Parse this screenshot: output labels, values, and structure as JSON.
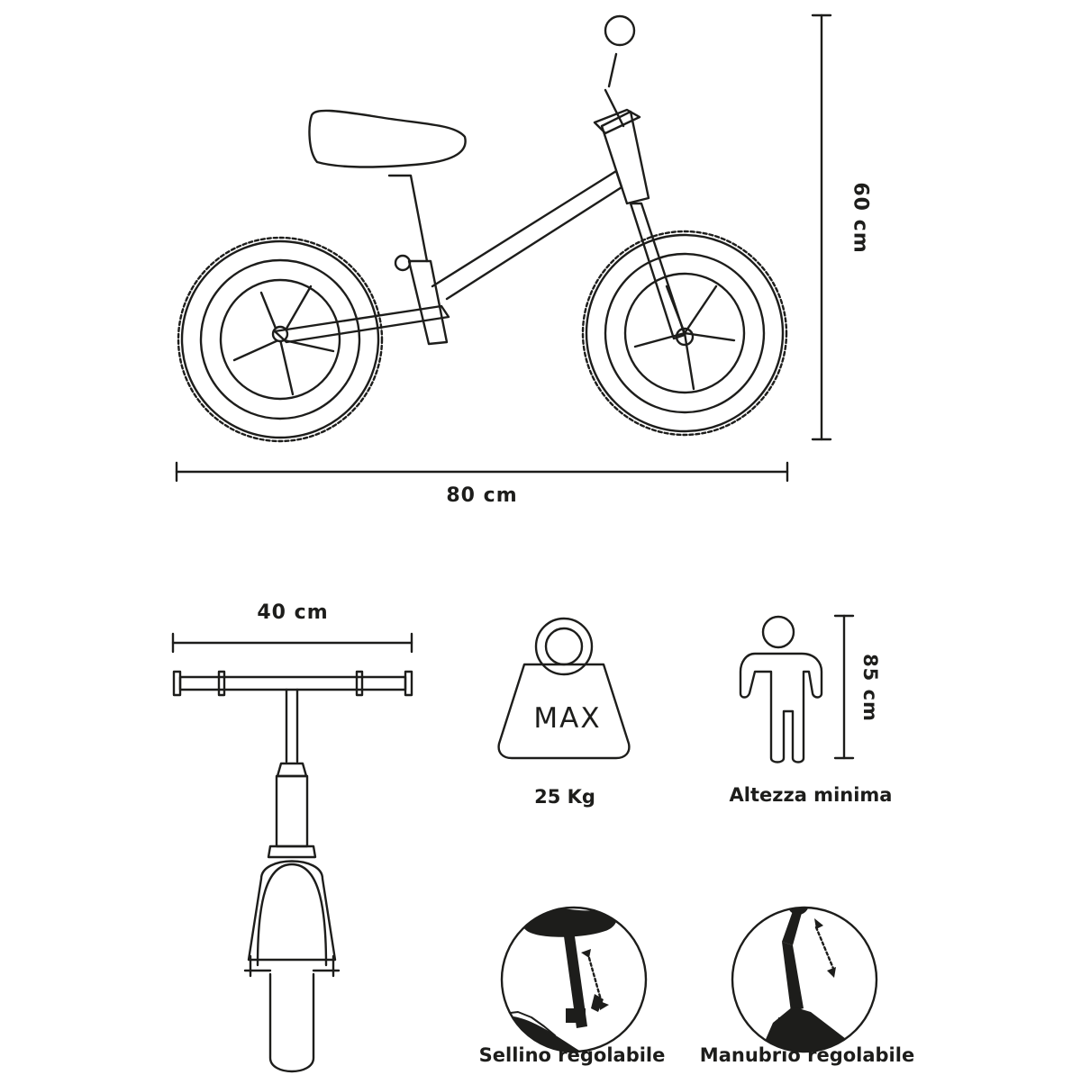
{
  "dimensions": {
    "length": "80 cm",
    "height": "60 cm",
    "handlebar_width": "40 cm",
    "rider_height": "85 cm"
  },
  "weight_icon": {
    "label": "MAX",
    "caption": "25 Kg"
  },
  "rider_icon": {
    "caption": "Altezza minima"
  },
  "features": {
    "seat": "Sellino regolabile",
    "handlebar": "Manubrio regolabile"
  },
  "colors": {
    "line": "#1d1d1b",
    "background": "#ffffff"
  }
}
